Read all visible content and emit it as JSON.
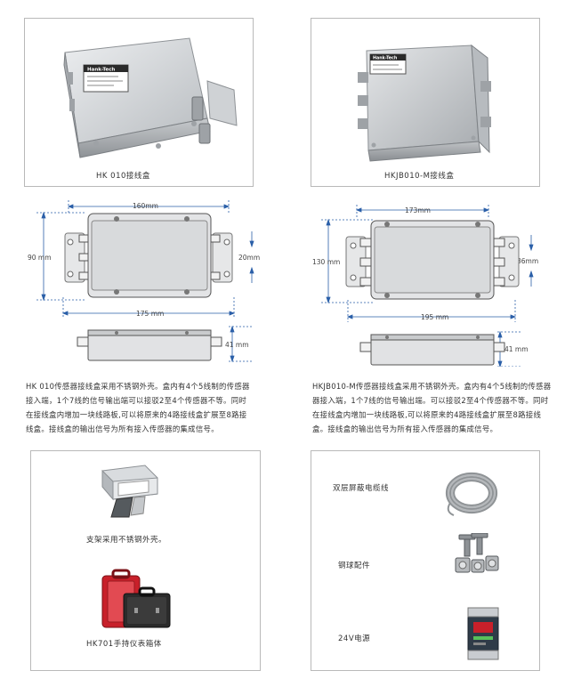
{
  "products": [
    {
      "caption": "HK 010接线盒",
      "brand": "Hank-Tech",
      "dimensions": {
        "width": "160mm",
        "height": "90 mm",
        "offset": "20mm",
        "total_width": "175 mm",
        "depth": "41 mm"
      },
      "description": [
        "HK 010传感器接线盒采用不锈钢外壳。盒内有4个5线制的传感器",
        "接入端，1个7线的信号输出端可以接驳2至4个传感器不等。同时",
        "在接线盒内增加一块线路板,可以将原来的4路接线盒扩展至8路接",
        "线盒。接线盒的输出信号为所有接入传感器的集成信号。"
      ]
    },
    {
      "caption": "HKJB010-M接线盒",
      "brand": "Hank-Tech",
      "dimensions": {
        "width": "173mm",
        "height": "130 mm",
        "offset": "36mm",
        "total_width": "195 mm",
        "depth": "41 mm"
      },
      "description": [
        "HKJB010-M传感器接线盒采用不锈钢外壳。盒内有4个5线制的传感器",
        "器接入端，1个7线的信号输出端。可以接驳2至4个传感器不等。同时",
        "在接线盒内增加一块线路板,可以将原来的4路接线盒扩展至8路接线",
        "盒。接线盒的输出信号为所有接入传感器的集成信号。"
      ]
    }
  ],
  "accessories_left": [
    {
      "label": "支架采用不锈钢外壳。",
      "icon": "bracket-image"
    },
    {
      "label": "HK701手持仪表箱体",
      "icon": "instrument-case-image"
    }
  ],
  "accessories_right": [
    {
      "label": "双层屏蔽电缆线",
      "icon": "cable-coil-image"
    },
    {
      "label": "钢球配件",
      "icon": "steel-ball-fittings-image"
    },
    {
      "label": "24V电源",
      "icon": "power-supply-image"
    }
  ],
  "colors": {
    "frame_border": "#b9b9b9",
    "dimension_line": "#2a5fa8",
    "box_steel": "#d9dcdf",
    "case_red": "#c8202a"
  }
}
